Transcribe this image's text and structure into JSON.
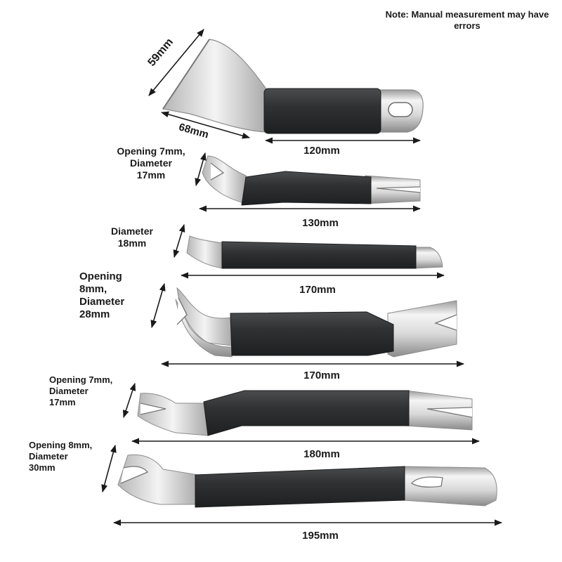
{
  "note": "Note: Manual measurement may have errors",
  "tools": [
    {
      "labels": [
        "59mm",
        "68mm"
      ],
      "length": "120mm"
    },
    {
      "label_lines": [
        "Opening 7mm,",
        "Diameter",
        "17mm"
      ],
      "length": "130mm"
    },
    {
      "label_lines": [
        "Diameter",
        "18mm"
      ],
      "length": "170mm"
    },
    {
      "label_lines": [
        "Opening",
        "8mm,",
        "Diameter",
        "28mm"
      ],
      "length": "170mm"
    },
    {
      "label_lines": [
        "Opening 7mm,",
        "Diameter",
        "17mm"
      ],
      "length": "180mm"
    },
    {
      "label_lines": [
        "Opening 8mm,",
        "Diameter",
        "30mm"
      ],
      "length": "195mm"
    }
  ],
  "colors": {
    "metal_light": "#f2f2f2",
    "metal_dark": "#9a9a9a",
    "grip": "#2f3133",
    "grip_edge": "#1c1d1e",
    "text": "#1a1a1a"
  }
}
